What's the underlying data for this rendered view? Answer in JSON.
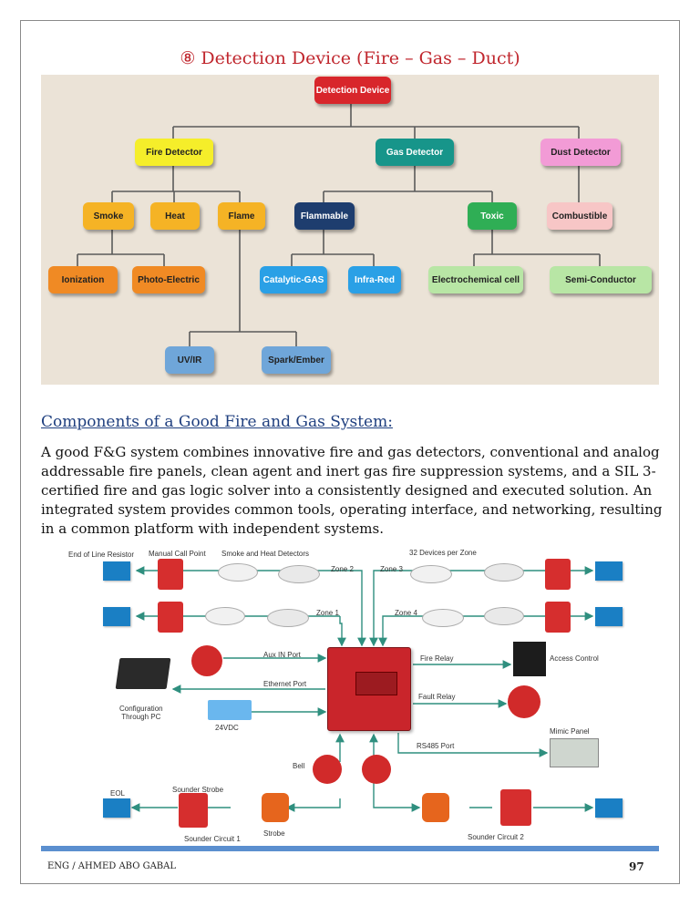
{
  "title": "⑧ Detection Device (Fire – Gas – Duct)",
  "tree": {
    "root": "Detection Device",
    "fire_detector": "Fire Detector",
    "gas_detector": "Gas Detector",
    "dust_detector": "Dust Detector",
    "smoke": "Smoke",
    "heat": "Heat",
    "flame": "Flame",
    "flammable": "Flammable",
    "toxic": "Toxic",
    "combustible": "Combustible",
    "ionization": "Ionization",
    "photo_electric": "Photo-Electric",
    "catalytic_gas": "Catalytic-GAS",
    "infra_red": "Infra-Red",
    "electrochemical": "Electrochemical cell",
    "semi_conductor": "Semi-Conductor",
    "uv_ir": "UV/IR",
    "spark_ember": "Spark/Ember"
  },
  "section_heading": "Components of a Good Fire and Gas System:",
  "paragraph": "A good F&G system combines innovative fire and gas detectors, conventional and analog addressable fire panels, clean agent and inert gas fire suppression systems, and a SIL 3-certified fire and gas logic solver into a consistently designed and executed solution. An integrated system provides common tools, operating interface, and networking, resulting in a common platform with independent systems.",
  "diagram": {
    "end_of_line_resistor": "End of Line Resistor",
    "manual_call_point": "Manual Call Point",
    "smoke_heat_detectors": "Smoke and Heat Detectors",
    "devices_per_zone": "32 Devices per Zone",
    "zone1": "Zone 1",
    "zone2": "Zone 2",
    "zone3": "Zone 3",
    "zone4": "Zone 4",
    "aux_in_port": "Aux IN Port",
    "ethernet_port": "Ethernet Port",
    "fire_relay": "Fire Relay",
    "fault_relay": "Fault Relay",
    "access_control": "Access Control",
    "configuration_pc": "Configuration\nThrough PC",
    "supply_24vdc": "24VDC",
    "mimic_panel": "Mimic Panel",
    "rs485_port": "RS485 Port",
    "bell": "Bell",
    "eol": "EOL",
    "sounder_strobe": "Sounder Strobe",
    "strobe": "Strobe",
    "sounder_circuit_1": "Sounder Circuit 1",
    "sounder_circuit_2": "Sounder Circuit 2"
  },
  "footer": {
    "author": "ENG / AHMED ABO GABAL",
    "page_number": "97"
  },
  "colors": {
    "title": "#c0262d",
    "heading": "#1f3f7f",
    "tree_background": "#ebe3d7",
    "accent_bar": "#5b8fcf",
    "node_root": "#d8262b",
    "node_fire": "#f5ee2a",
    "node_gas": "#17958a",
    "node_dust": "#f29bd6",
    "node_fire_children": "#f5b325",
    "node_flammable": "#1e3d6e",
    "node_toxic": "#2fae55",
    "node_combustible": "#f7c6c6",
    "node_ionization": "#f08a24",
    "node_catalytic": "#2aa0e6",
    "node_electrochemical": "#b8e6a5",
    "node_uvir": "#6fa6d9"
  }
}
